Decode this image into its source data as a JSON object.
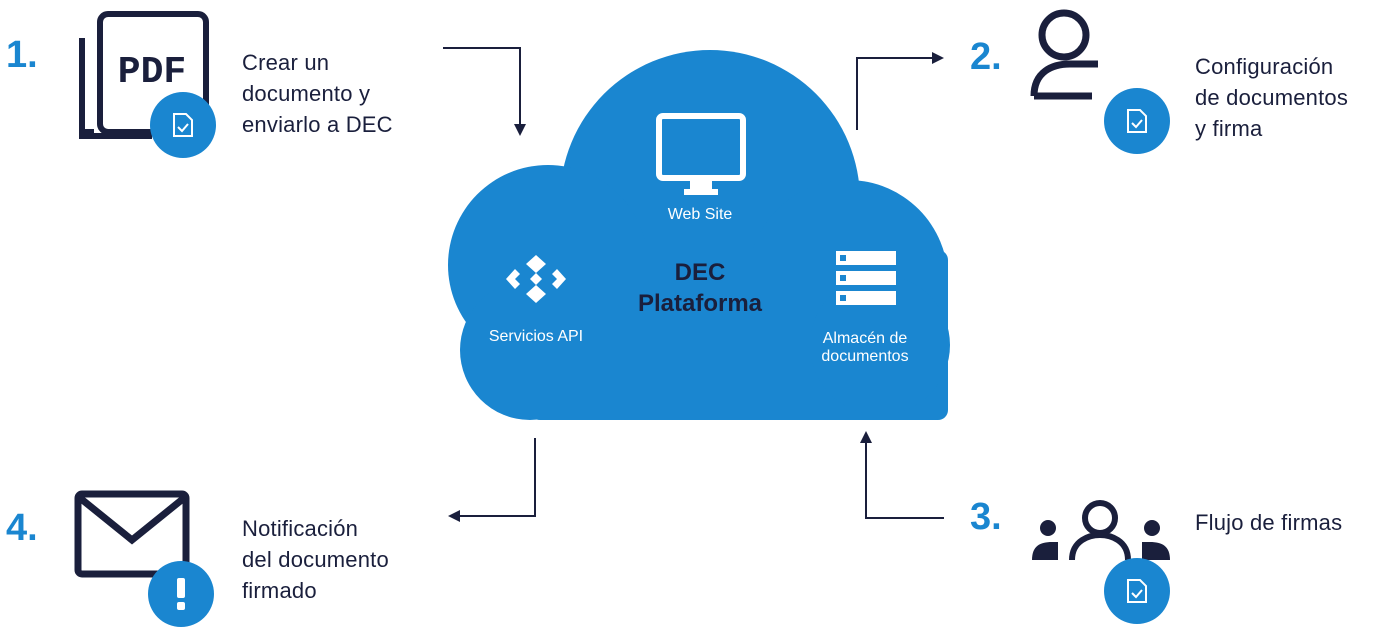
{
  "platform": {
    "title": "DEC\nPlataforma",
    "web_site_label": "Web Site",
    "api_label": "Servicios API",
    "storage_label": "Almacén de\ndocumentos"
  },
  "steps": [
    {
      "number": "1.",
      "text": "Crear un\ndocumento y\nenviarlo a DEC"
    },
    {
      "number": "2.",
      "text": "Configuración\nde documentos\ny  firma"
    },
    {
      "number": "3.",
      "text": "Flujo de firmas"
    },
    {
      "number": "4.",
      "text": "Notificación\ndel documento\nfirmado"
    }
  ],
  "pdf_icon_text": "PDF",
  "colors": {
    "accent_blue": "#1a86d0",
    "dark_navy": "#1a1f3c",
    "white": "#ffffff"
  }
}
